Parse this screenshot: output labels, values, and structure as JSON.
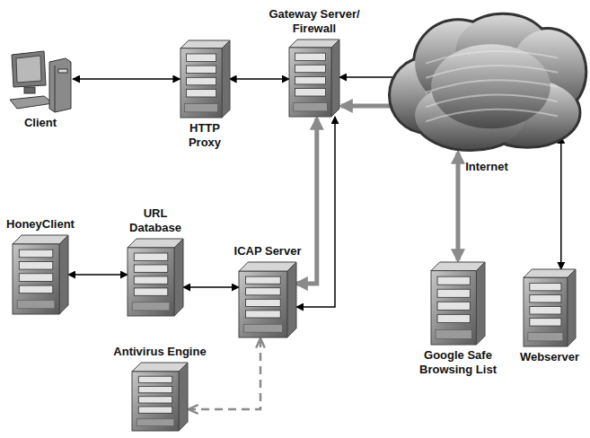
{
  "diagram": {
    "nodes": [
      {
        "text": [
          "Client"
        ]
      },
      {
        "text": [
          "HTTP Proxy"
        ]
      },
      {
        "text": [
          "Gateway Server/ Firewall"
        ]
      },
      {
        "text": [
          "Internet"
        ]
      },
      {
        "text": [
          "HoneyClient"
        ]
      },
      {
        "text": [
          "URL Database"
        ]
      },
      {
        "text": [
          "ICAP Server"
        ]
      },
      {
        "text": [
          "Antivirus Engine"
        ]
      },
      {
        "text": [
          "Google Safe Browsing List"
        ]
      },
      {
        "text": [
          "Webserver"
        ]
      }
    ],
    "edges": [
      {
        "from": 0,
        "to": 1,
        "arrow": "both"
      },
      {
        "from": 1,
        "to": 2,
        "arrow": "both"
      },
      {
        "from": 2,
        "to": 3,
        "arrow": "both"
      },
      {
        "from": 2,
        "to": 3,
        "arrow": "both"
      },
      {
        "from": 6,
        "to": 2,
        "arrow": "both"
      },
      {
        "from": 6,
        "to": 2,
        "arrow": "both"
      },
      {
        "from": 4,
        "to": 5,
        "arrow": "both"
      },
      {
        "from": 5,
        "to": 6,
        "arrow": "both"
      },
      {
        "from": 6,
        "to": 7,
        "arrow": "both"
      },
      {
        "from": 3,
        "to": 8,
        "arrow": "both"
      },
      {
        "from": 3,
        "to": 9,
        "arrow": "both"
      }
    ]
  }
}
